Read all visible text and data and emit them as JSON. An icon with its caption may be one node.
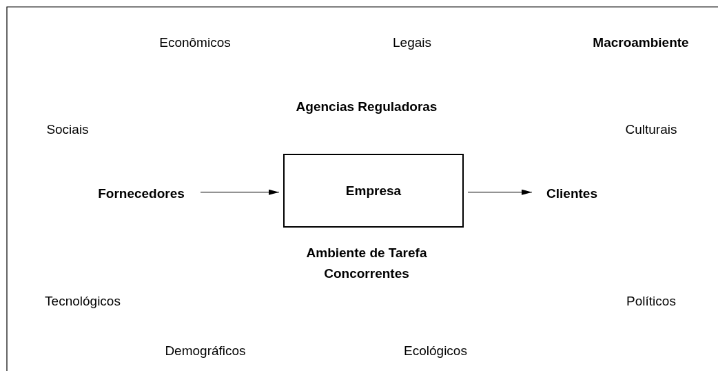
{
  "diagram": {
    "nodes": [
      {
        "text": [
          "Fornecedores"
        ]
      },
      {
        "text": [
          "Empresa"
        ]
      },
      {
        "text": [
          "Clientes"
        ]
      }
    ],
    "edges": [
      {
        "from": 0,
        "to": 1,
        "arrow": "to"
      },
      {
        "from": 1,
        "to": 2,
        "arrow": "to"
      }
    ],
    "labels": [
      "Econômicos",
      "Legais",
      "Macroambiente",
      "Agencias Reguladoras",
      "Sociais",
      "Culturais",
      "Ambiente de Tarefa",
      "Concorrentes",
      "Tecnológicos",
      "Políticos",
      "Demográficos",
      "Ecológicos"
    ]
  }
}
